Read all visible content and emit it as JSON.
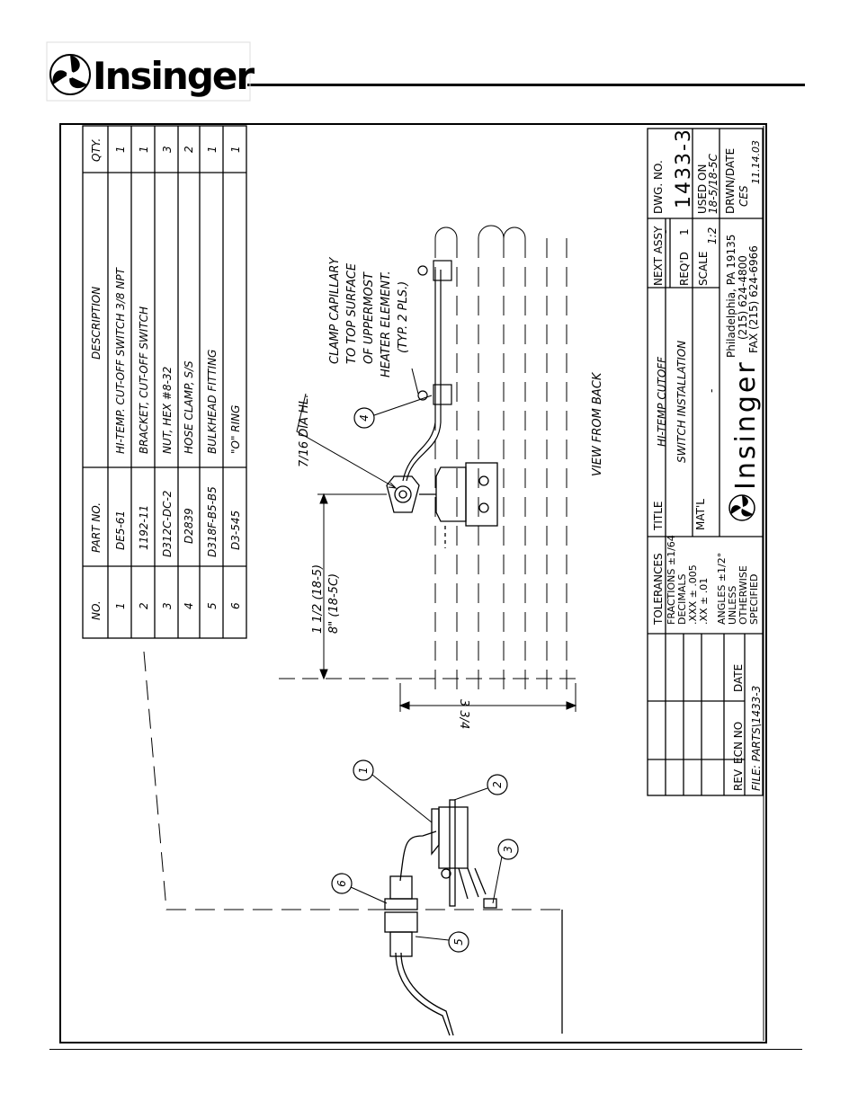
{
  "header": {
    "logo_text": "Insinger"
  },
  "parts_table": {
    "headers": [
      "NO.",
      "PART NO.",
      "DESCRIPTION",
      "QTY."
    ],
    "rows": [
      {
        "no": "1",
        "part": "DE5-61",
        "desc": "HI-TEMP. CUT-OFF SWITCH   3/8 NPT",
        "qty": "1"
      },
      {
        "no": "2",
        "part": "1192-11",
        "desc": "BRACKET, CUT-OFF SWITCH",
        "qty": "1"
      },
      {
        "no": "3",
        "part": "D312C-DC-2",
        "desc": "NUT, HEX  #8-32",
        "qty": "3"
      },
      {
        "no": "4",
        "part": "D2839",
        "desc": "HOSE CLAMP, S/S",
        "qty": "2"
      },
      {
        "no": "5",
        "part": "D318F-B5-B5",
        "desc": "BULKHEAD FITTING",
        "qty": "1"
      },
      {
        "no": "6",
        "part": "D3-545",
        "desc": "\"O\" RING",
        "qty": "1"
      }
    ]
  },
  "annotations": {
    "hole": "7/16 DIA HL.",
    "clamp_lines": [
      "CLAMP CAPILLARY",
      "TO TOP SURFACE",
      "OF UPPERMOST",
      "HEATER ELEMENT.",
      "(TYP. 2 PLS.)"
    ],
    "dim_height_1": "1 1/2 (18-5)",
    "dim_height_2": "8\" (18-5C)",
    "dim_width": "3 3/4",
    "view": "VIEW FROM BACK"
  },
  "balloons": [
    "1",
    "2",
    "3",
    "4",
    "5",
    "6"
  ],
  "title_block": {
    "tolerances_title": "TOLERANCES",
    "tolerances": [
      "FRACTIONS ±1/64",
      "DECIMALS",
      ".XXX  ±  .005",
      ".XX   ±  .01",
      "ANGLES  ±1/2°",
      "UNLESS",
      "OTHERWISE",
      "SPECIFIED"
    ],
    "rev_label": "REV",
    "ecn_label": "ECN NO",
    "date_label": "DATE",
    "file": "FILE: PARTS\\1433-3",
    "title_label": "TITLE",
    "title_line1": "HI-TEMP CUTOFF",
    "title_line2": "SWITCH INSTALLATION",
    "matl_label": "MAT'L",
    "matl_value": "-",
    "company": "Insinger",
    "address": "Philadelphia,  PA 19135",
    "phone": "(215) 624-4800",
    "fax": "FAX (215) 624-6966",
    "next_assy_label": "NEXT ASSY",
    "next_assy_value": "-",
    "reqd_label": "REQ'D",
    "reqd_value": "1",
    "scale_label": "SCALE",
    "scale_value": "1:2",
    "dwg_no_label": "DWG. NO.",
    "dwg_no": "1433-3",
    "used_on_label": "USED ON",
    "used_on": "18-5/18-5C",
    "drwn_label": "DRWN/DATE",
    "drwn_by": "CES",
    "drwn_date": "11.14.03"
  }
}
